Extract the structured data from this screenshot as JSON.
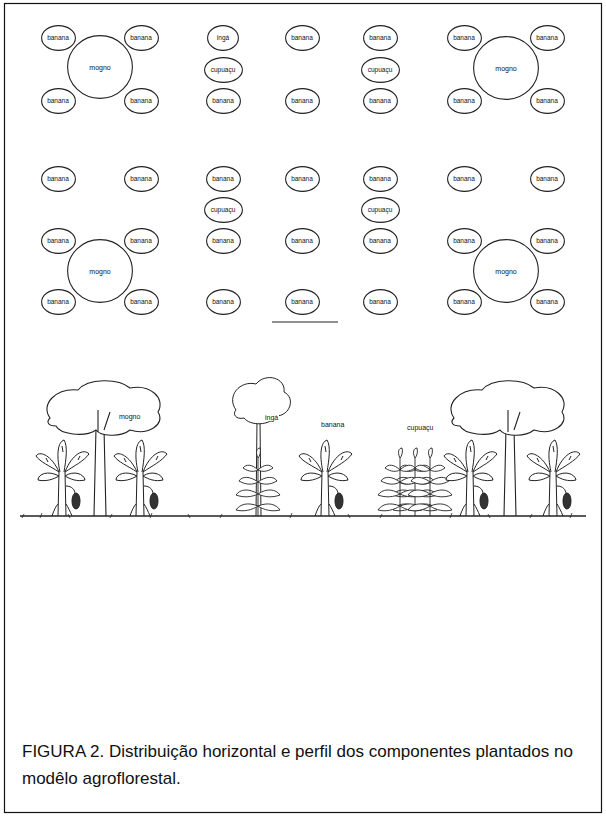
{
  "diagram": {
    "caption": "FIGURA 2. Distribuição horizontal e perfil dos componentes plantados no modêlo agroflorestal.",
    "nodes": [
      {
        "text": [
          "banana"
        ]
      },
      {
        "text": [
          "banana"
        ]
      },
      {
        "text": [
          "ingá"
        ]
      },
      {
        "text": [
          "banana"
        ]
      },
      {
        "text": [
          "banana"
        ]
      },
      {
        "text": [
          "banana"
        ]
      },
      {
        "text": [
          "banana"
        ]
      },
      {
        "text": [
          "mogno"
        ]
      },
      {
        "text": [
          "mogno"
        ]
      },
      {
        "text": [
          "cupuaçu"
        ]
      },
      {
        "text": [
          "cupuaçu"
        ]
      },
      {
        "text": [
          "banana"
        ]
      },
      {
        "text": [
          "banana"
        ]
      },
      {
        "text": [
          "banana"
        ]
      },
      {
        "text": [
          "banana"
        ]
      },
      {
        "text": [
          "banana"
        ]
      },
      {
        "text": [
          "banana"
        ]
      },
      {
        "text": [
          "banana"
        ]
      },
      {
        "text": [
          "banana"
        ]
      },
      {
        "text": [
          "banana"
        ]
      },
      {
        "text": [
          "banana"
        ]
      },
      {
        "text": [
          "banana"
        ]
      },
      {
        "text": [
          "banana"
        ]
      },
      {
        "text": [
          "banana"
        ]
      },
      {
        "text": [
          "banana"
        ]
      },
      {
        "text": [
          "cupuaçu"
        ]
      },
      {
        "text": [
          "cupuaçu"
        ]
      },
      {
        "text": [
          "banana"
        ]
      },
      {
        "text": [
          "banana"
        ]
      },
      {
        "text": [
          "banana"
        ]
      },
      {
        "text": [
          "banana"
        ]
      },
      {
        "text": [
          "banana"
        ]
      },
      {
        "text": [
          "banana"
        ]
      },
      {
        "text": [
          "banana"
        ]
      },
      {
        "text": [
          "mogno"
        ]
      },
      {
        "text": [
          "mogno"
        ]
      },
      {
        "text": [
          "banana"
        ]
      },
      {
        "text": [
          "banana"
        ]
      },
      {
        "text": [
          "banana"
        ]
      },
      {
        "text": [
          "banana"
        ]
      },
      {
        "text": [
          "banana"
        ]
      },
      {
        "text": [
          "banana"
        ]
      },
      {
        "text": [
          "banana"
        ]
      }
    ],
    "labels": [
      "mogno",
      "ingá",
      "banana",
      "cupuaçu"
    ]
  }
}
